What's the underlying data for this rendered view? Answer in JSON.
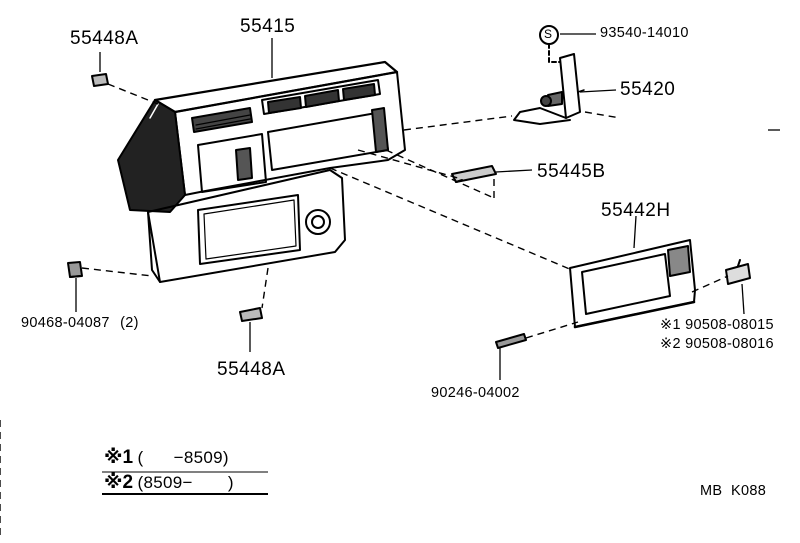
{
  "diagram": {
    "parts": {
      "p55448a_top": "55448A",
      "p55415": "55415",
      "p93540": "93540-14010",
      "s_symbol": "S",
      "p55420": "55420",
      "p55445b": "55445B",
      "p55442h": "55442H",
      "p90468": "90468-04087",
      "p90468_qty": "(2)",
      "p55448a_bottom": "55448A",
      "p90508_1": "※1 90508-08015",
      "p90508_2": "※2 90508-08016",
      "p90246": "90246-04002"
    },
    "legend": {
      "row1_mark": "※1",
      "row1_text": "(      −8509)",
      "row2_mark": "※2",
      "row2_text": "(8509−       )"
    },
    "code": "MB  K088"
  }
}
